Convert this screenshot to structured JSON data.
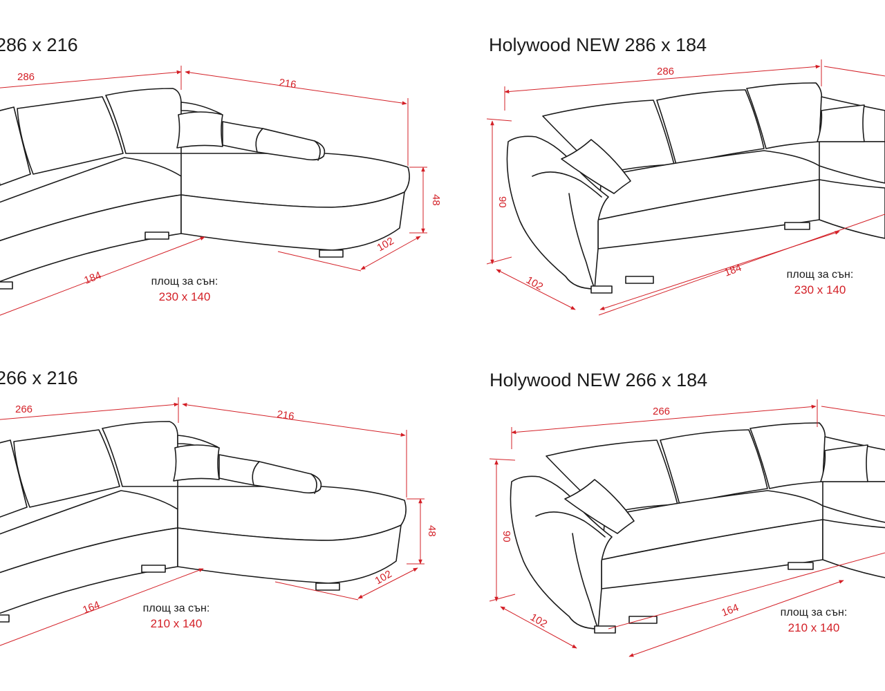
{
  "colors": {
    "outline": "#1a1a1a",
    "dimension": "#d31f26",
    "background": "#ffffff"
  },
  "panels": [
    {
      "title": "286 x 216",
      "width_dim": "286",
      "chaise_dim": "216",
      "height_dim": "48",
      "depth_dim": "102",
      "bed_length_dim": "184",
      "sleep_label": "площ за сън:",
      "sleep_value": "230 x 140"
    },
    {
      "title": "Holywood NEW 286 x 184",
      "width_dim": "286",
      "height_dim": "90",
      "depth_dim": "102",
      "bed_length_dim": "184",
      "sleep_label": "площ за сън:",
      "sleep_value": "230 x 140"
    },
    {
      "title": "266 x 216",
      "width_dim": "266",
      "chaise_dim": "216",
      "height_dim": "48",
      "depth_dim": "102",
      "bed_length_dim": "164",
      "sleep_label": "площ за сън:",
      "sleep_value": "210 x 140"
    },
    {
      "title": "Holywood NEW 266 x 184",
      "width_dim": "266",
      "height_dim": "90",
      "depth_dim": "102",
      "bed_length_dim": "164",
      "sleep_label": "площ за сън:",
      "sleep_value": "210 x 140"
    }
  ]
}
